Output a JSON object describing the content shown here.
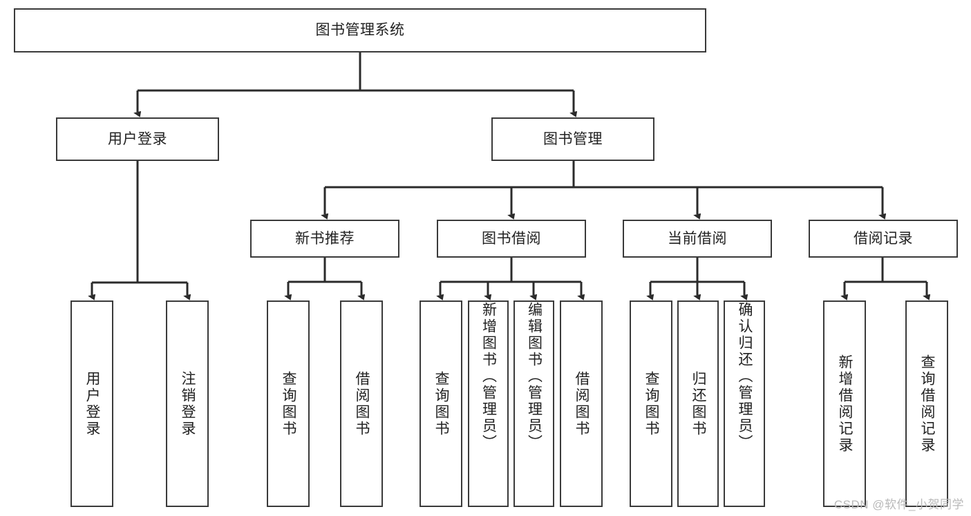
{
  "diagram": {
    "title": "图书管理系统",
    "watermark": "CSDN @软件_小贺同学",
    "colors": {
      "box_border": "#3a3a3a",
      "connector": "#2b2b2b",
      "text": "#222222",
      "background": "#ffffff",
      "watermark": "#b9b9b9"
    },
    "nodes": {
      "root": {
        "label": "图书管理系统"
      },
      "level2": [
        {
          "label": "用户登录"
        },
        {
          "label": "图书管理"
        }
      ],
      "level3": [
        {
          "label": "新书推荐"
        },
        {
          "label": "图书借阅"
        },
        {
          "label": "当前借阅"
        },
        {
          "label": "借阅记录"
        }
      ],
      "leaves": {
        "user_login": [
          {
            "label": "用户登录"
          },
          {
            "label": "注销登录"
          }
        ],
        "new_book_recommend": [
          {
            "label": "查询图书"
          },
          {
            "label": "借阅图书"
          }
        ],
        "book_borrow": [
          {
            "label": "查询图书"
          },
          {
            "label": "新增图书（管理员）"
          },
          {
            "label": "编辑图书（管理员）"
          },
          {
            "label": "借阅图书"
          }
        ],
        "current_borrow": [
          {
            "label": "查询图书"
          },
          {
            "label": "归还图书"
          },
          {
            "label": "确认归还（管理员）"
          }
        ],
        "borrow_record": [
          {
            "label": "新增借阅记录"
          },
          {
            "label": "查询借阅记录"
          }
        ]
      }
    }
  }
}
